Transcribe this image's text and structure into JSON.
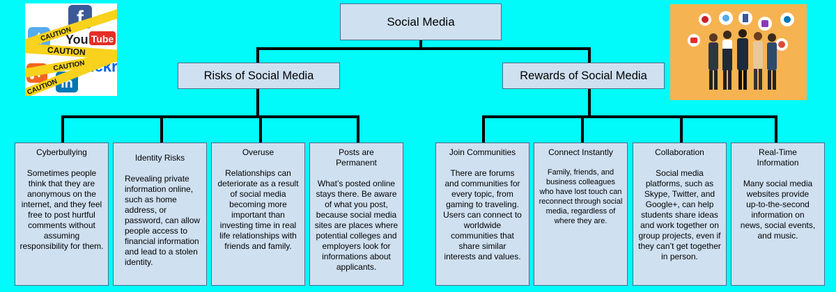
{
  "root": {
    "label": "Social Media"
  },
  "risks": {
    "label": "Risks of Social Media",
    "items": [
      {
        "title": "Cyberbullying",
        "text": "Sometimes people think that they are anonymous on the internet, and they feel free to post hurtful comments without assuming responsibility for them."
      },
      {
        "title": "Identity Risks",
        "text": "Revealing private information online, such as home address, or password, can allow people access to financial information and lead to a stolen identity."
      },
      {
        "title": "Overuse",
        "text": "Relationships can deteriorate as a result of social media becoming more important than investing time in real life relationships with friends and family."
      },
      {
        "title": "Posts are Permanent",
        "text": "What’s posted online stays there. Be aware of what you post, because social media sites are places where potential colleges and employers look for informations about applicants."
      }
    ]
  },
  "rewards": {
    "label": "Rewards of Social Media",
    "items": [
      {
        "title": "Join Communities",
        "text": "There are forums and communities for every topic, from gaming to traveling. Users can connect to worldwide communities that share similar interests and values."
      },
      {
        "title": "Connect Instantly",
        "text": "Family, friends, and business colleagues who have lost touch can reconnect through social media, regardless of where they are."
      },
      {
        "title": "Collaboration",
        "text": "Social media platforms, such as Skype, Twitter, and Google+, can help students share ideas and work together on group projects, even if they can’t get together in person."
      },
      {
        "title": "Real-Time Information",
        "text": "Many social media websites provide up-to-the-second information on news, social events, and music."
      }
    ]
  },
  "left_image": {
    "caution_words": [
      "CAUTION",
      "CAUTION",
      "CAUTION",
      "CAUTION"
    ],
    "logos": [
      "You",
      "Tube",
      "flickr"
    ],
    "colors": {
      "facebook": "#3B5998",
      "twitter": "#55ACEE",
      "youtube": "#E52D27",
      "linkedin": "#0077B5",
      "rss": "#F26522",
      "tape": "#F8D21C"
    }
  },
  "right_image": {
    "colors": {
      "background": "#F6B352",
      "pinterest": "#CB2027",
      "twitter": "#55ACEE",
      "facebook": "#3B5998",
      "instagram": "#8A3AB9",
      "linkedin": "#0077B5"
    }
  }
}
